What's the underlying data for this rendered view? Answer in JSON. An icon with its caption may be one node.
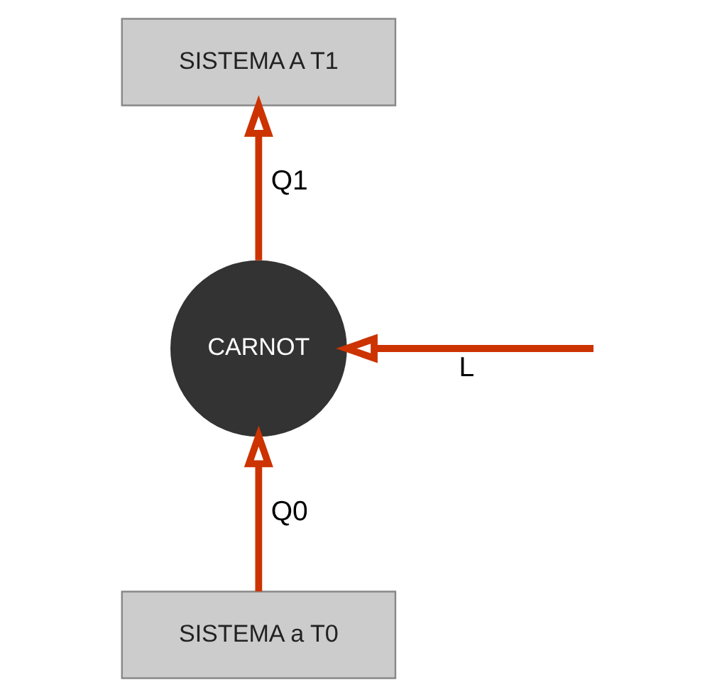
{
  "diagram": {
    "nodes": [
      {
        "text": [
          "SISTEMA A T1"
        ]
      },
      {
        "text": [
          "CARNOT"
        ]
      },
      {
        "text": [
          "SISTEMA a T0"
        ]
      }
    ],
    "edges": [
      {
        "from": 1,
        "to": 0,
        "arrow": "to",
        "label": "Q1"
      },
      {
        "from": 2,
        "to": 1,
        "arrow": "to",
        "label": "Q0"
      },
      {
        "from": null,
        "to": 1,
        "arrow": "to",
        "label": "L"
      }
    ]
  }
}
